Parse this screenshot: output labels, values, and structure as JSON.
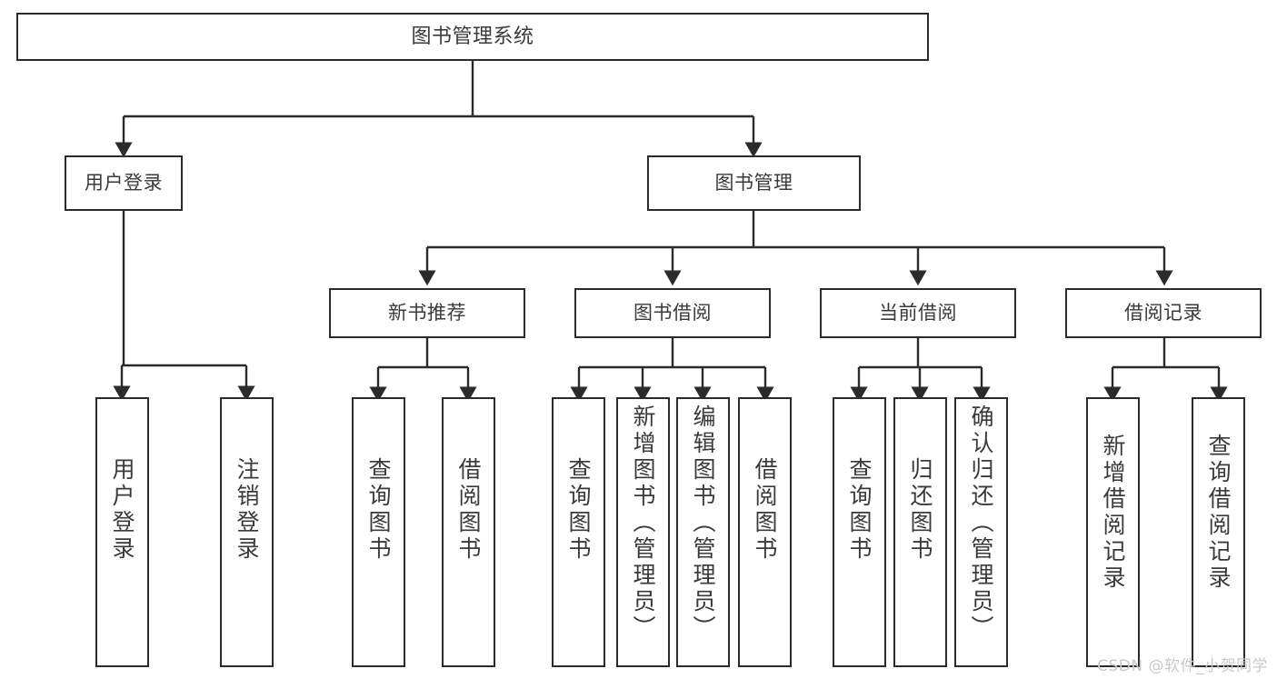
{
  "diagram": {
    "title": "图书管理系统",
    "watermark": "CSDN @软件_小贺同学",
    "line_color": "#2b2b2b",
    "text_color": "#3a3a3a",
    "background": "#ffffff",
    "nodes": {
      "root": {
        "label": "图书管理系统"
      },
      "level2": [
        {
          "id": "user-login",
          "label": "用户登录"
        },
        {
          "id": "book-manage",
          "label": "图书管理"
        }
      ],
      "level3": [
        {
          "id": "new-book-recommend",
          "label": "新书推荐"
        },
        {
          "id": "book-borrow",
          "label": "图书借阅"
        },
        {
          "id": "current-borrow",
          "label": "当前借阅"
        },
        {
          "id": "borrow-record",
          "label": "借阅记录"
        }
      ],
      "leaves": {
        "user-login": [
          {
            "id": "leaf-user-login",
            "label": "用户登录"
          },
          {
            "id": "leaf-user-logout",
            "label": "注销登录"
          }
        ],
        "new-book-recommend": [
          {
            "id": "leaf-query-book-1",
            "label": "查询图书"
          },
          {
            "id": "leaf-borrow-book-1",
            "label": "借阅图书"
          }
        ],
        "book-borrow": [
          {
            "id": "leaf-query-book-2",
            "label": "查询图书"
          },
          {
            "id": "leaf-add-book",
            "label": "新增图书（管理员）"
          },
          {
            "id": "leaf-edit-book",
            "label": "编辑图书（管理员）"
          },
          {
            "id": "leaf-borrow-book-2",
            "label": "借阅图书"
          }
        ],
        "current-borrow": [
          {
            "id": "leaf-query-book-3",
            "label": "查询图书"
          },
          {
            "id": "leaf-return-book",
            "label": "归还图书"
          },
          {
            "id": "leaf-confirm-return",
            "label": "确认归还（管理员）"
          }
        ],
        "borrow-record": [
          {
            "id": "leaf-add-record",
            "label": "新增借阅记录"
          },
          {
            "id": "leaf-query-record",
            "label": "查询借阅记录"
          }
        ]
      }
    }
  }
}
